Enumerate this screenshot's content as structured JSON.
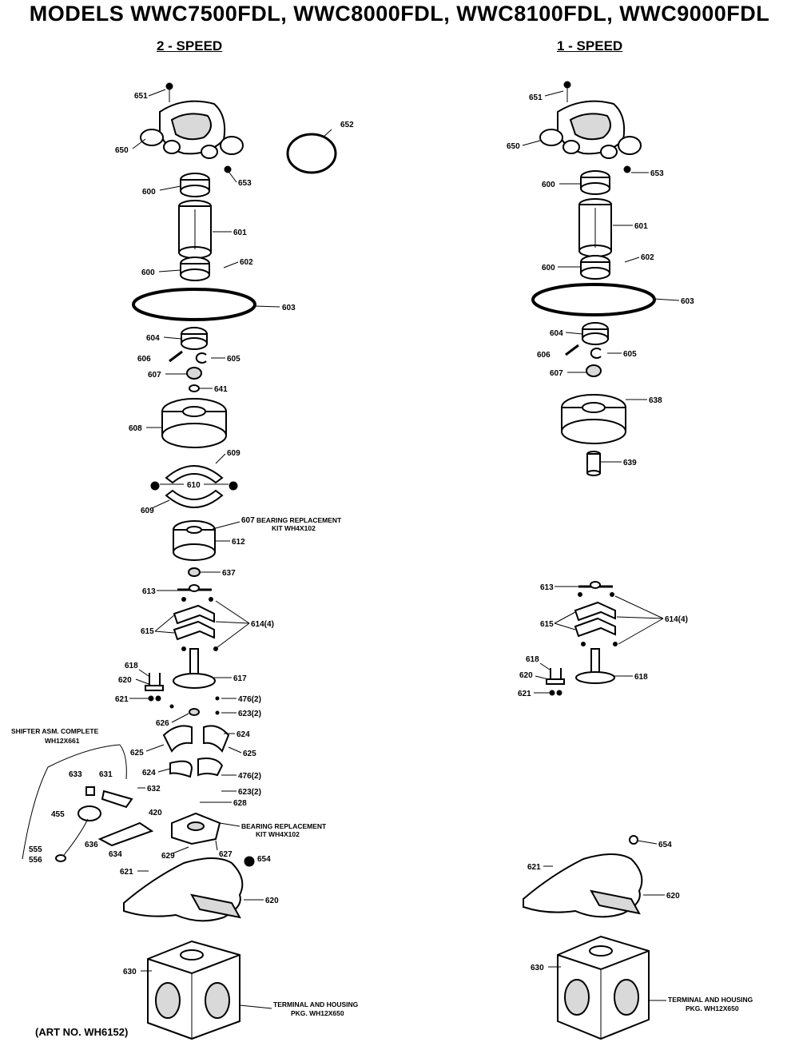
{
  "title": "MODELS WWC7500FDL, WWC8000FDL, WWC8100FDL, WWC9000FDL",
  "columns": {
    "left": "2 - SPEED",
    "right": "1 - SPEED"
  },
  "art_no": "(ART NO. WH6152)",
  "notes": {
    "bearing_kit_top_1": "BEARING REPLACEMENT",
    "bearing_kit_top_2": "KIT WH4X102",
    "bearing_kit_bottom_1": "BEARING REPLACEMENT",
    "bearing_kit_bottom_2": "KIT WH4X102",
    "shifter_1": "SHIFTER ASM. COMPLETE",
    "shifter_2": "WH12X661",
    "terminal_left_1": "TERMINAL AND HOUSING",
    "terminal_left_2": "PKG. WH12X650",
    "terminal_right_1": "TERMINAL AND HOUSING",
    "terminal_right_2": "PKG. WH12X650"
  },
  "labels_left": {
    "p651": "651",
    "p650": "650",
    "p652": "652",
    "p653": "653",
    "p600a": "600",
    "p601": "601",
    "p600b": "600",
    "p602": "602",
    "p603": "603",
    "p604": "604",
    "p606": "606",
    "p605": "605",
    "p607": "607",
    "p641": "641",
    "p608": "608",
    "p609a": "609",
    "p610": "610",
    "p609b": "609",
    "p607b": "607",
    "p612": "612",
    "p637": "637",
    "p613": "613",
    "p615": "615",
    "p614": "614(4)",
    "p618": "618",
    "p620": "620",
    "p617": "617",
    "p621": "621",
    "p476a": "476(2)",
    "p623a": "623(2)",
    "p626": "626",
    "p624a": "624",
    "p625a": "625",
    "p625b": "625",
    "p624b": "624",
    "p476b": "476(2)",
    "p633": "633",
    "p631": "631",
    "p632": "632",
    "p623b": "623(2)",
    "p628": "628",
    "p420": "420",
    "p455": "455",
    "p636": "636",
    "p634": "634",
    "p555": "555",
    "p556": "556",
    "p627": "627",
    "p629": "629",
    "p654": "654",
    "p621b": "621",
    "p620b": "620",
    "p630": "630"
  },
  "labels_right": {
    "p651": "651",
    "p650": "650",
    "p653": "653",
    "p600a": "600",
    "p601": "601",
    "p600b": "600",
    "p602": "602",
    "p603": "603",
    "p604": "604",
    "p606": "606",
    "p605": "605",
    "p607": "607",
    "p638": "638",
    "p639": "639",
    "p613": "613",
    "p615": "615",
    "p614": "614(4)",
    "p618a": "618",
    "p620": "620",
    "p618b": "618",
    "p621": "621",
    "p654": "654",
    "p621b": "621",
    "p620b": "620",
    "p630": "630"
  }
}
